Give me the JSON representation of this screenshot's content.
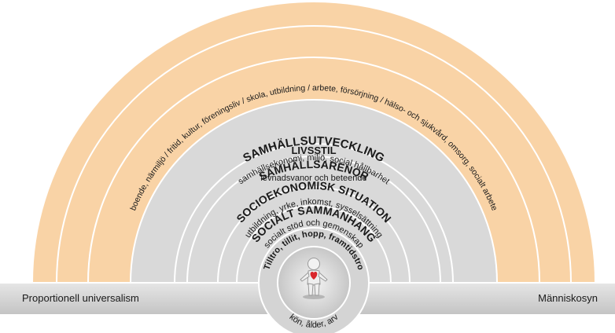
{
  "diagram": {
    "colors": {
      "outer_band": "#f9d3a6",
      "inner_band": "#d9d9d9",
      "ring_stroke": "#ffffff",
      "ground": "#d0d0d0",
      "text": "#1a1a1a",
      "heart": "#d9262b"
    },
    "rings": [
      {
        "title": "SAMHÄLLSUTVECKLING",
        "subtitle": "samhällsekonomi, miljö, social hållbarhet"
      },
      {
        "title": "SAMHÄLLSARENOR",
        "subtitle": "boende, närmiljö / fritid, kultur, föreningsliv / skola, utbildning / arbete, försörjning / hälso- och sjukvård, omsorg, socialt arbete"
      },
      {
        "title": "SOCIOEKONOMISK SITUATION",
        "subtitle": "utbildning, yrke, inkomst, sysselsättning"
      },
      {
        "title": "LIVSSTIL",
        "subtitle": "levnadsvanor och beteende"
      },
      {
        "title": "SOCIALT SAMMANHANG",
        "subtitle": "socialt stöd och gemenskap"
      }
    ],
    "core": {
      "text": "Tilltro, tillit, hopp, framtidstro",
      "base_text": "kön, ålder, arv",
      "figure_icon": "person-with-heart-icon"
    },
    "ground": {
      "left_label": "Proportionell universalism",
      "right_label": "Människosyn"
    }
  }
}
